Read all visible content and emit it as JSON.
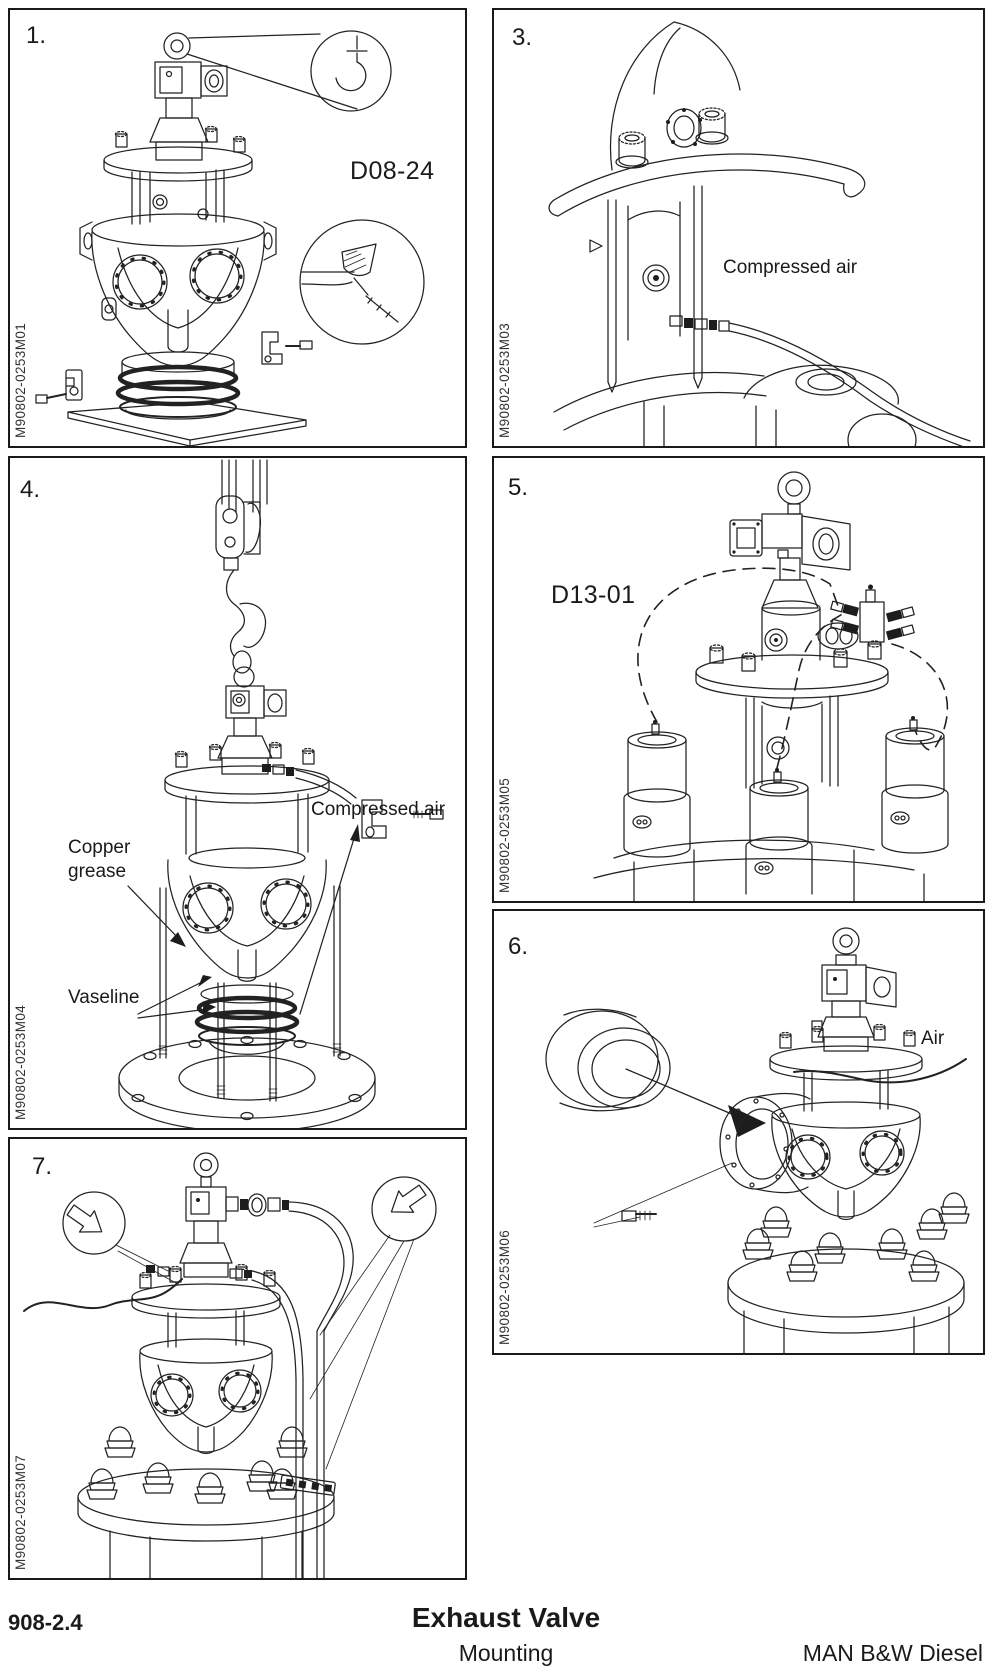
{
  "document": {
    "section_number": "908-2.4",
    "title": "Exhaust Valve",
    "subtitle": "Mounting",
    "company": "MAN B&W Diesel"
  },
  "panels": {
    "p1": {
      "number": "1.",
      "figure_id": "M90802-0253M01",
      "detail_ref": "D08-24"
    },
    "p3": {
      "number": "3.",
      "figure_id": "M90802-0253M03",
      "compressed_air": "Compressed air"
    },
    "p4": {
      "number": "4.",
      "figure_id": "M90802-0253M04",
      "compressed_air": "Compressed air",
      "copper_grease": "Copper grease",
      "vaseline": "Vaseline"
    },
    "p5": {
      "number": "5.",
      "figure_id": "M90802-0253M05",
      "detail_ref": "D13-01"
    },
    "p6": {
      "number": "6.",
      "figure_id": "M90802-0253M06",
      "air": "Air"
    },
    "p7": {
      "number": "7.",
      "figure_id": "M90802-0253M07"
    }
  },
  "colors": {
    "ink": "#1a1a1a",
    "paper": "#ffffff"
  }
}
